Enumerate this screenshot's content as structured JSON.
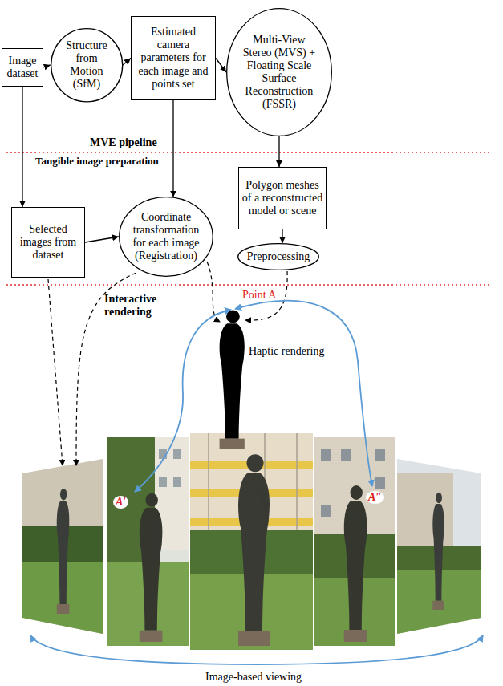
{
  "diagram": {
    "nodes": [
      {
        "text": [
          "Image dataset"
        ]
      },
      {
        "text": [
          "Structure from Motion (SfM)"
        ]
      },
      {
        "text": [
          "Estimated camera parameters for each image and points set"
        ]
      },
      {
        "text": [
          "Multi-View Stereo (MVS) + Floating Scale Surface Reconstruction (FSSR)"
        ]
      },
      {
        "text": [
          "Selected images from dataset"
        ]
      },
      {
        "text": [
          "Coordinate transformation for each image (Registration)"
        ]
      },
      {
        "text": [
          "Polygon meshes of a reconstructed model or scene"
        ]
      },
      {
        "text": [
          "Preprocessing"
        ]
      }
    ],
    "edges": [
      {
        "from": 0,
        "to": 1,
        "arrow": "to"
      },
      {
        "from": 1,
        "to": 2,
        "arrow": "to"
      },
      {
        "from": 2,
        "to": 3,
        "arrow": "to"
      },
      {
        "from": 0,
        "to": 4,
        "arrow": "to"
      },
      {
        "from": 2,
        "to": 5,
        "arrow": "to"
      },
      {
        "from": 4,
        "to": 5,
        "arrow": "to"
      },
      {
        "from": 3,
        "to": 6,
        "arrow": "to"
      },
      {
        "from": 6,
        "to": 7,
        "arrow": "to"
      }
    ],
    "labels": [
      "MVE pipeline",
      "Tangible image preparation",
      "Interactive rendering",
      "Point A",
      "Haptic rendering",
      "A′",
      "A″",
      "Image-based viewing"
    ]
  }
}
